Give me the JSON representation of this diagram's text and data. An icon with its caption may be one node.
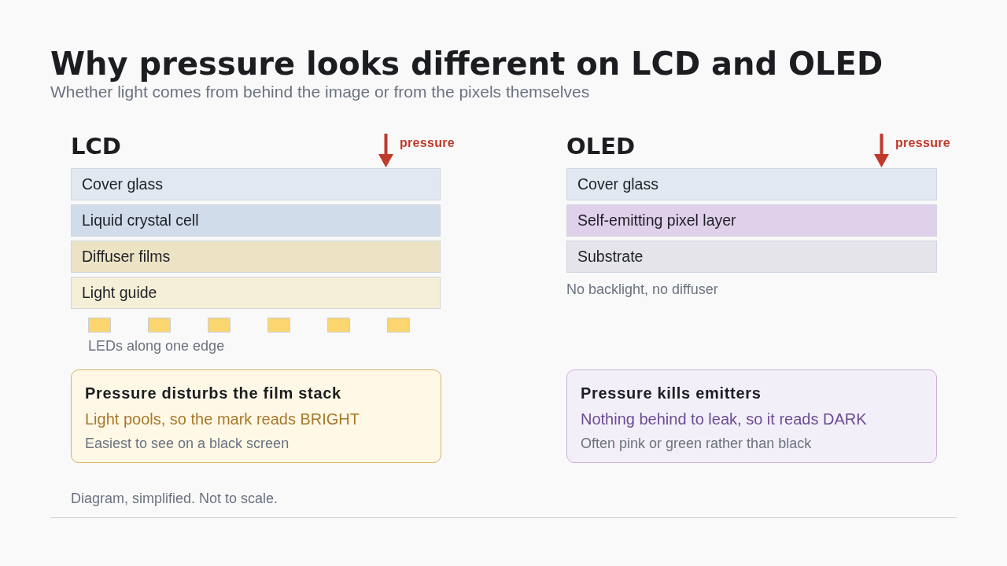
{
  "diagram": {
    "title": "Why pressure looks different on LCD and OLED",
    "caption": "Diagram, simplified. Not to scale.",
    "nodes": [
      {
        "text": [
          "Cover glass"
        ]
      },
      {
        "text": [
          "Liquid crystal cell"
        ]
      },
      {
        "text": [
          "Diffuser films"
        ]
      },
      {
        "text": [
          "Light guide"
        ]
      },
      {
        "text": [
          "Pressure disturbs the film stack",
          "Light pools, so the mark reads BRIGHT",
          "Easiest to see on a black screen"
        ]
      },
      {
        "text": [
          "Cover glass"
        ]
      },
      {
        "text": [
          "Self-emitting pixel layer"
        ]
      },
      {
        "text": [
          "Substrate"
        ]
      },
      {
        "text": [
          "Pressure kills emitters",
          "Nothing behind to leak, so it reads DARK",
          "Often pink or green rather than black"
        ]
      }
    ],
    "labels": [
      "Whether light comes from behind the image or from the pixels themselves",
      "LCD",
      "pressure",
      "OLED",
      "pressure",
      "No backlight, no diffuser",
      "LEDs along one edge"
    ]
  }
}
